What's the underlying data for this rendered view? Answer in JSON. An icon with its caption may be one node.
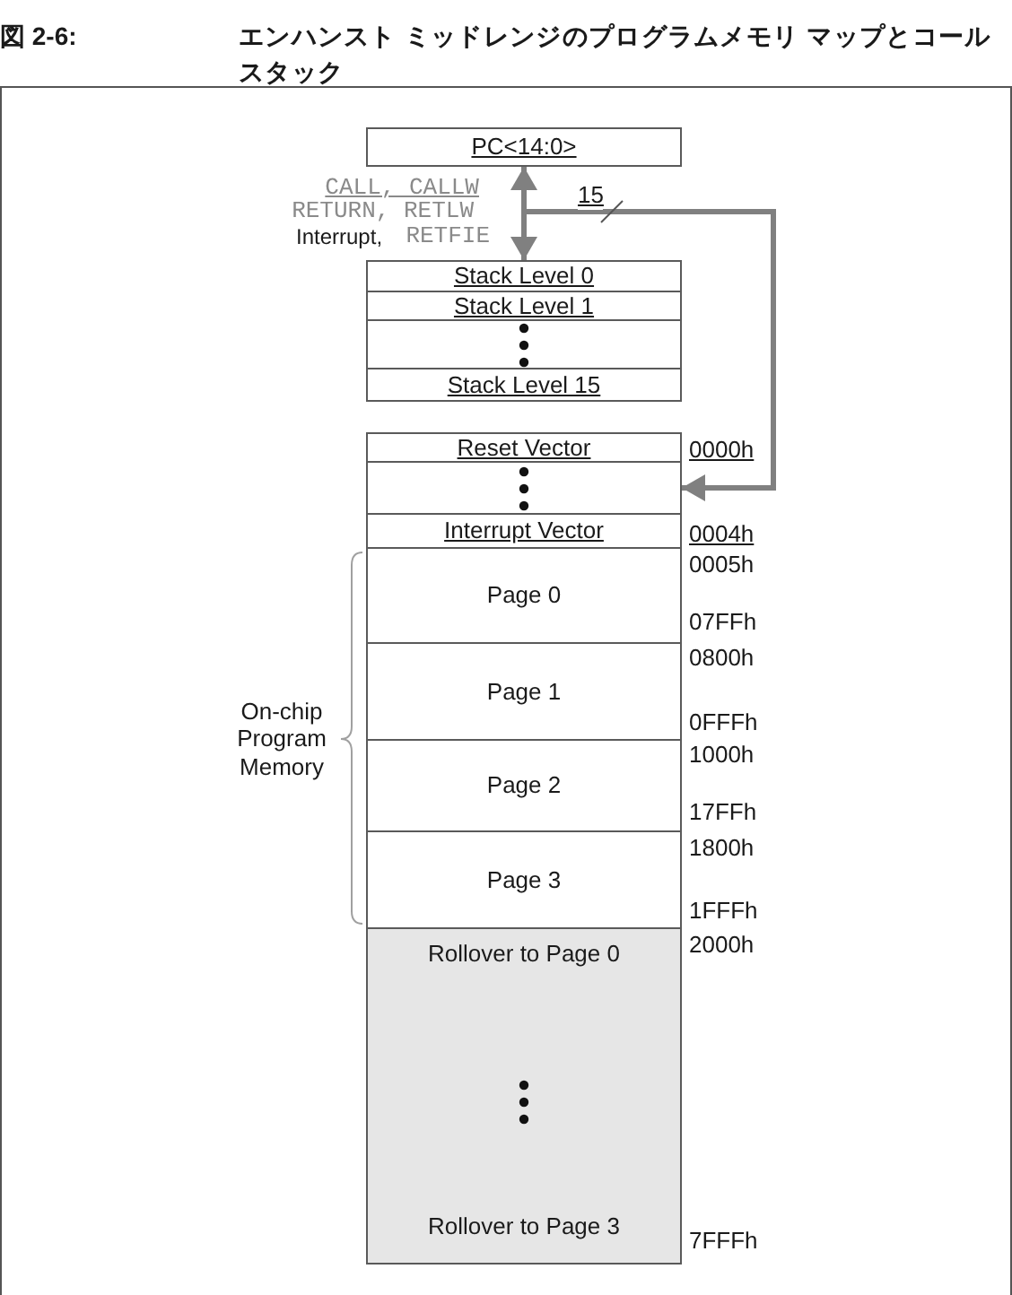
{
  "diagram": {
    "title": "エンハンスト ミッドレンジのプログラムメモリ マップとコールスタック",
    "nodes": [
      {
        "text": [
          "PC<14:0>"
        ]
      },
      {
        "text": [
          "Stack Level 0"
        ]
      },
      {
        "text": [
          "Stack Level 1"
        ]
      },
      {
        "text": [],
        "shape": "box"
      },
      {
        "text": [
          "Stack Level 15"
        ]
      },
      {
        "text": [
          "Reset Vector"
        ],
        "beside": [
          "0000h"
        ]
      },
      {
        "text": [],
        "shape": "box"
      },
      {
        "text": [
          "Interrupt Vector"
        ],
        "beside": [
          "0004h"
        ]
      },
      {
        "text": [
          "Page 0"
        ],
        "beside": [
          "0005h",
          "07FFh"
        ]
      },
      {
        "text": [
          "Page 1"
        ],
        "beside": [
          "0800h",
          "0FFFh"
        ]
      },
      {
        "text": [
          "Page 2"
        ],
        "beside": [
          "1000h",
          "17FFh"
        ]
      },
      {
        "text": [
          "Page 3"
        ],
        "beside": [
          "1800h",
          "1FFFh"
        ]
      },
      {
        "text": [
          "Rollover to Page 0",
          "Rollover to Page 3"
        ],
        "beside": [
          "2000h",
          "7FFFh"
        ]
      }
    ],
    "edges": [
      {
        "from": 0,
        "to": 1,
        "arrow": "both"
      },
      {
        "from": null,
        "to": 6,
        "arrow": "to",
        "label": "15"
      }
    ],
    "labels": [
      "図 2-6:",
      "CALL, CALLW",
      "RETURN, RETLW",
      "Interrupt,",
      "RETFIE",
      "On-chip Program Memory"
    ]
  }
}
